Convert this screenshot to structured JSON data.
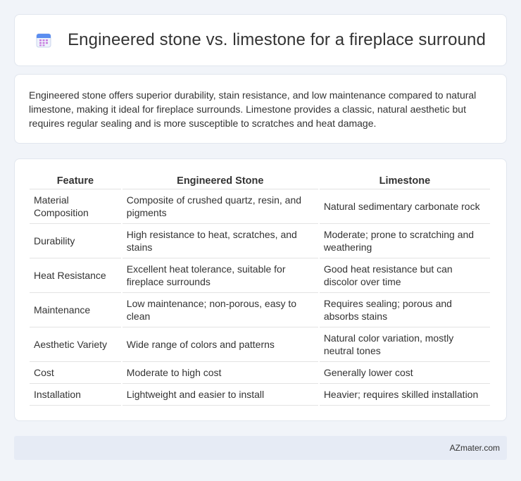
{
  "header": {
    "title": "Engineered stone vs. limestone for a fireplace surround",
    "icon": "calendar-icon",
    "icon_color": "#5b8def"
  },
  "summary": {
    "text": "Engineered stone offers superior durability, stain resistance, and low maintenance compared to natural limestone, making it ideal for fireplace surrounds. Limestone provides a classic, natural aesthetic but requires regular sealing and is more susceptible to scratches and heat damage."
  },
  "table": {
    "headers": [
      "Feature",
      "Engineered Stone",
      "Limestone"
    ],
    "rows": [
      [
        "Material Composition",
        "Composite of crushed quartz, resin, and pigments",
        "Natural sedimentary carbonate rock"
      ],
      [
        "Durability",
        "High resistance to heat, scratches, and stains",
        "Moderate; prone to scratching and weathering"
      ],
      [
        "Heat Resistance",
        "Excellent heat tolerance, suitable for fireplace surrounds",
        "Good heat resistance but can discolor over time"
      ],
      [
        "Maintenance",
        "Low maintenance; non-porous, easy to clean",
        "Requires sealing; porous and absorbs stains"
      ],
      [
        "Aesthetic Variety",
        "Wide range of colors and patterns",
        "Natural color variation, mostly neutral tones"
      ],
      [
        "Cost",
        "Moderate to high cost",
        "Generally lower cost"
      ],
      [
        "Installation",
        "Lightweight and easier to install",
        "Heavier; requires skilled installation"
      ]
    ]
  },
  "footer": {
    "brand": "AZmater.com"
  }
}
